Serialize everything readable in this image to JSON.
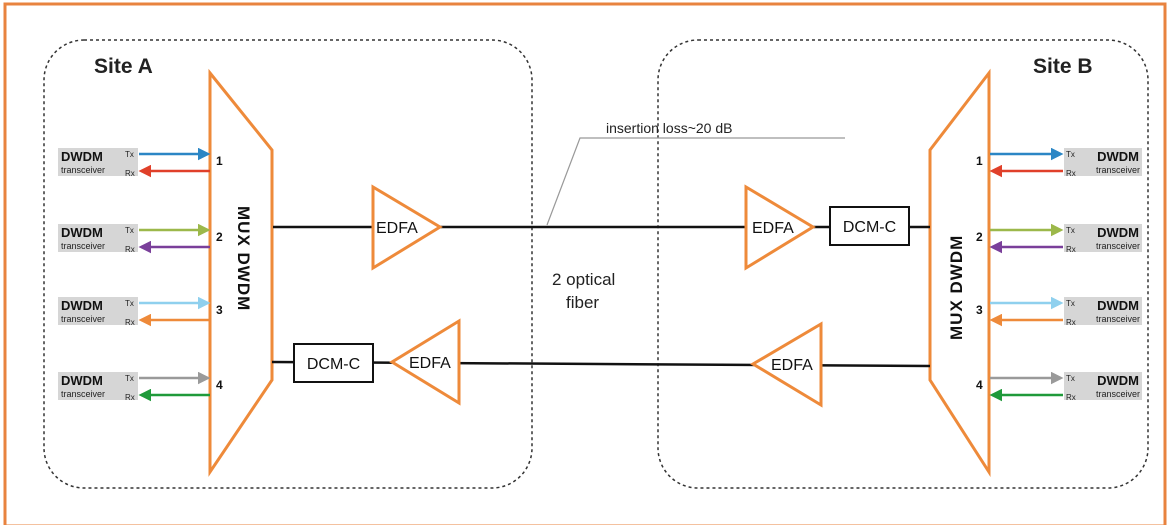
{
  "sites": {
    "a_title": "Site A",
    "b_title": "Site B"
  },
  "mux_label": "MUX DWDM",
  "transceiver": {
    "main": "DWDM",
    "sub": "transceiver",
    "tx": "Tx",
    "rx": "Rx"
  },
  "channels": [
    {
      "num": "1",
      "tx_color": "#2b86c5",
      "rx_color": "#e0402a"
    },
    {
      "num": "2",
      "tx_color": "#9cb84a",
      "rx_color": "#7a3f9a"
    },
    {
      "num": "3",
      "tx_color": "#8fd0ee",
      "rx_color": "#ee8a3a"
    },
    {
      "num": "4",
      "tx_color": "#9a9a9a",
      "rx_color": "#1f9a3a"
    }
  ],
  "edfa_label": "EDFA",
  "dcm_label": "DCM-C",
  "fiber_label_line1": "2 optical",
  "fiber_label_line2": "fiber",
  "loss_label": "insertion loss~20 dB",
  "colors": {
    "orange": "#ee8a3a",
    "border": "#e8833f",
    "label_bg": "#d6d6d6"
  }
}
